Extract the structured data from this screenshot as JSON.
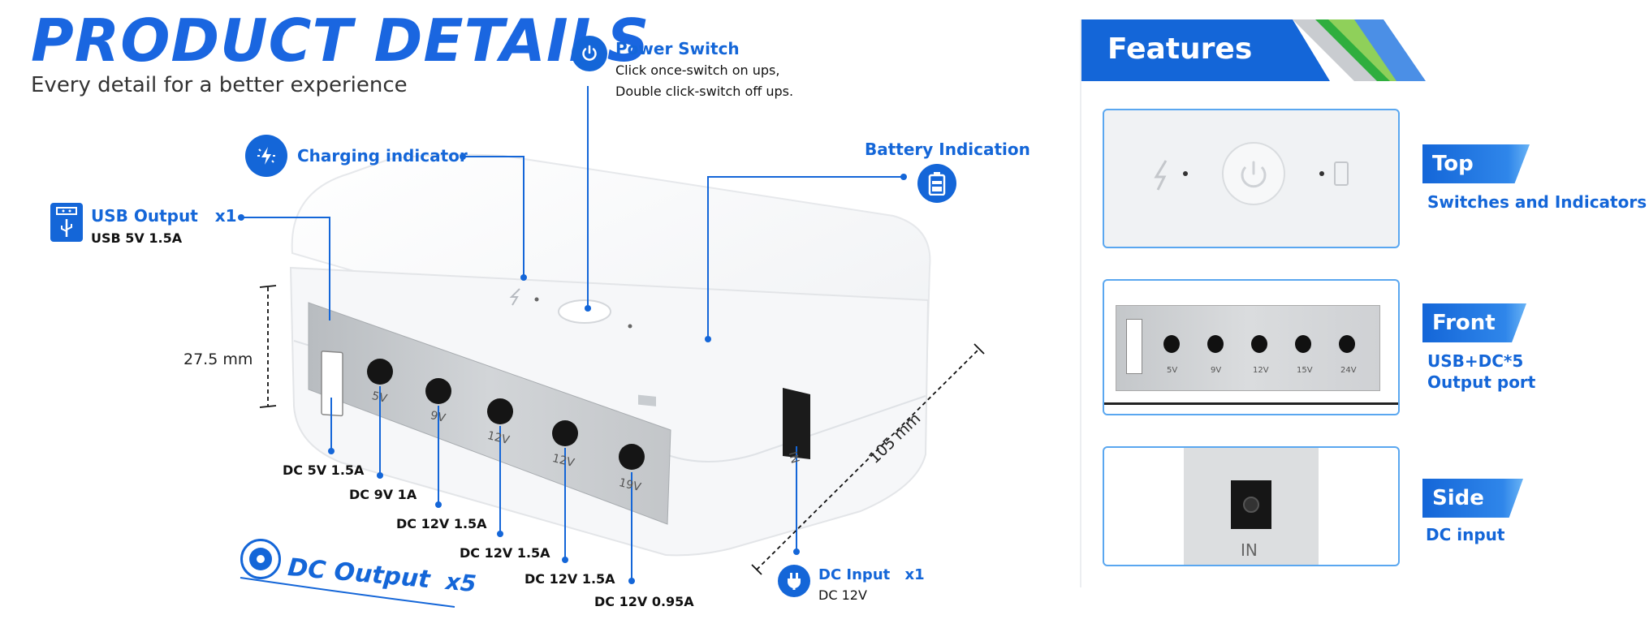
{
  "header": {
    "title": "PRODUCT DETAILS",
    "subtitle": "Every detail for a better experience"
  },
  "callouts": {
    "power": {
      "title": "Power Switch",
      "line1": "Click once-switch on ups,",
      "line2": "Double click-switch off ups."
    },
    "charging": {
      "title": "Charging indicator"
    },
    "battery": {
      "title": "Battery Indication"
    },
    "usb": {
      "title": "USB Output",
      "count": "x1",
      "sub": "USB 5V 1.5A"
    },
    "dc_input": {
      "title": "DC Input",
      "count": "x1",
      "sub": "DC 12V"
    },
    "dc_output": {
      "title": "DC Output",
      "count": "x5"
    }
  },
  "port_specs": [
    "DC 5V 1.5A",
    "DC 9V 1A",
    "DC 12V 1.5A",
    "DC 12V 1.5A",
    "DC 12V 1.5A",
    "DC 12V 0.95A"
  ],
  "device_ports": [
    "5V",
    "9V",
    "12V",
    "12V",
    "19V"
  ],
  "device_in": "IN",
  "dimensions": {
    "height": "27.5 mm",
    "depth": "105 mm"
  },
  "features": {
    "heading": "Features",
    "items": [
      {
        "tag": "Top",
        "desc": [
          "Switches and Indicators"
        ]
      },
      {
        "tag": "Front",
        "desc": [
          "USB+DC*5",
          "Output port"
        ]
      },
      {
        "tag": "Side",
        "desc": [
          "DC input"
        ]
      }
    ],
    "front_ports": [
      "5V",
      "9V",
      "12V",
      "15V",
      "24V"
    ],
    "side_in": "IN"
  },
  "colors": {
    "accent": "#1466d8",
    "card_border": "#5aa7f0"
  }
}
